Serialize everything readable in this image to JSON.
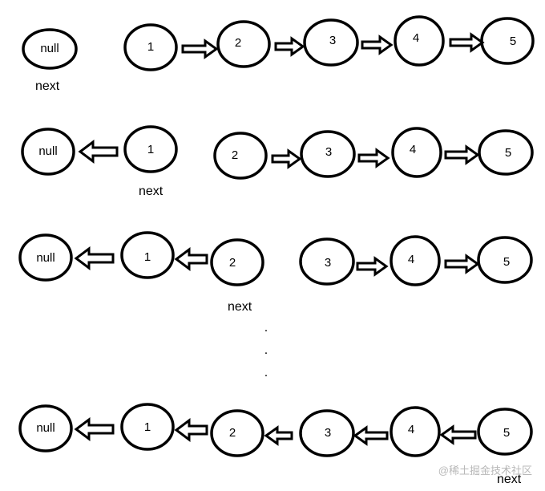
{
  "diagram": {
    "steps": [
      {
        "nodes": [
          "null",
          "1",
          "2",
          "3",
          "4",
          "5"
        ],
        "arrows": [
          "forward",
          "forward",
          "forward",
          "forward"
        ],
        "pointer": "next",
        "pointer_at": 0
      },
      {
        "nodes": [
          "null",
          "1",
          "2",
          "3",
          "4",
          "5"
        ],
        "arrows": [
          "backward",
          "forward",
          "forward",
          "forward"
        ],
        "pointer": "next",
        "pointer_at": 1
      },
      {
        "nodes": [
          "null",
          "1",
          "2",
          "3",
          "4",
          "5"
        ],
        "arrows": [
          "backward",
          "backward",
          "forward",
          "forward"
        ],
        "pointer": "next",
        "pointer_at": 2
      },
      {
        "nodes": [
          "null",
          "1",
          "2",
          "3",
          "4",
          "5"
        ],
        "arrows": [
          "backward",
          "backward",
          "backward",
          "backward",
          "backward"
        ],
        "pointer": "next",
        "pointer_at": 5
      }
    ],
    "ellipsis": [
      ".",
      ".",
      "."
    ]
  },
  "watermark": "@稀土掘金技术社区",
  "colors": {
    "stroke": "#000000",
    "fill": "#ffffff",
    "watermark": "#b8b8b8"
  }
}
